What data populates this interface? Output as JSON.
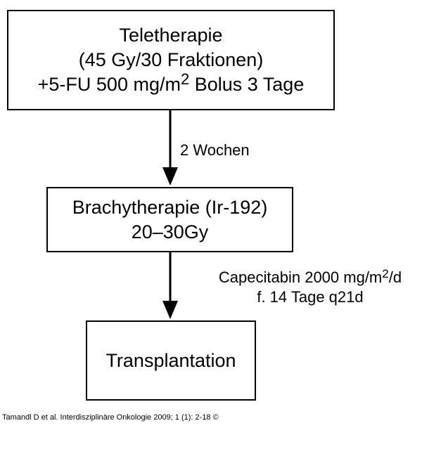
{
  "flowchart": {
    "step1": {
      "line1": "Teletherapie",
      "line2": "(45 Gy/30 Fraktionen)",
      "line3_pre": "+5-FU 500 mg/m",
      "line3_sup": "2",
      "line3_post": " Bolus 3 Tage"
    },
    "arrow1_label": "2 Wochen",
    "step2": {
      "line1": "Brachytherapie (Ir-192)",
      "line2": "20–30Gy"
    },
    "arrow2_label": {
      "line1_pre": "Capecitabin 2000 mg/m",
      "line1_sup": "2",
      "line1_post": "/d",
      "line2": "f. 14 Tage q21d"
    },
    "step3": {
      "line1": "Transplantation"
    }
  },
  "citation": "Tamandl D et al. Interdisziplinäre Onkologie 2009; 1 (1): 2-18 ©"
}
